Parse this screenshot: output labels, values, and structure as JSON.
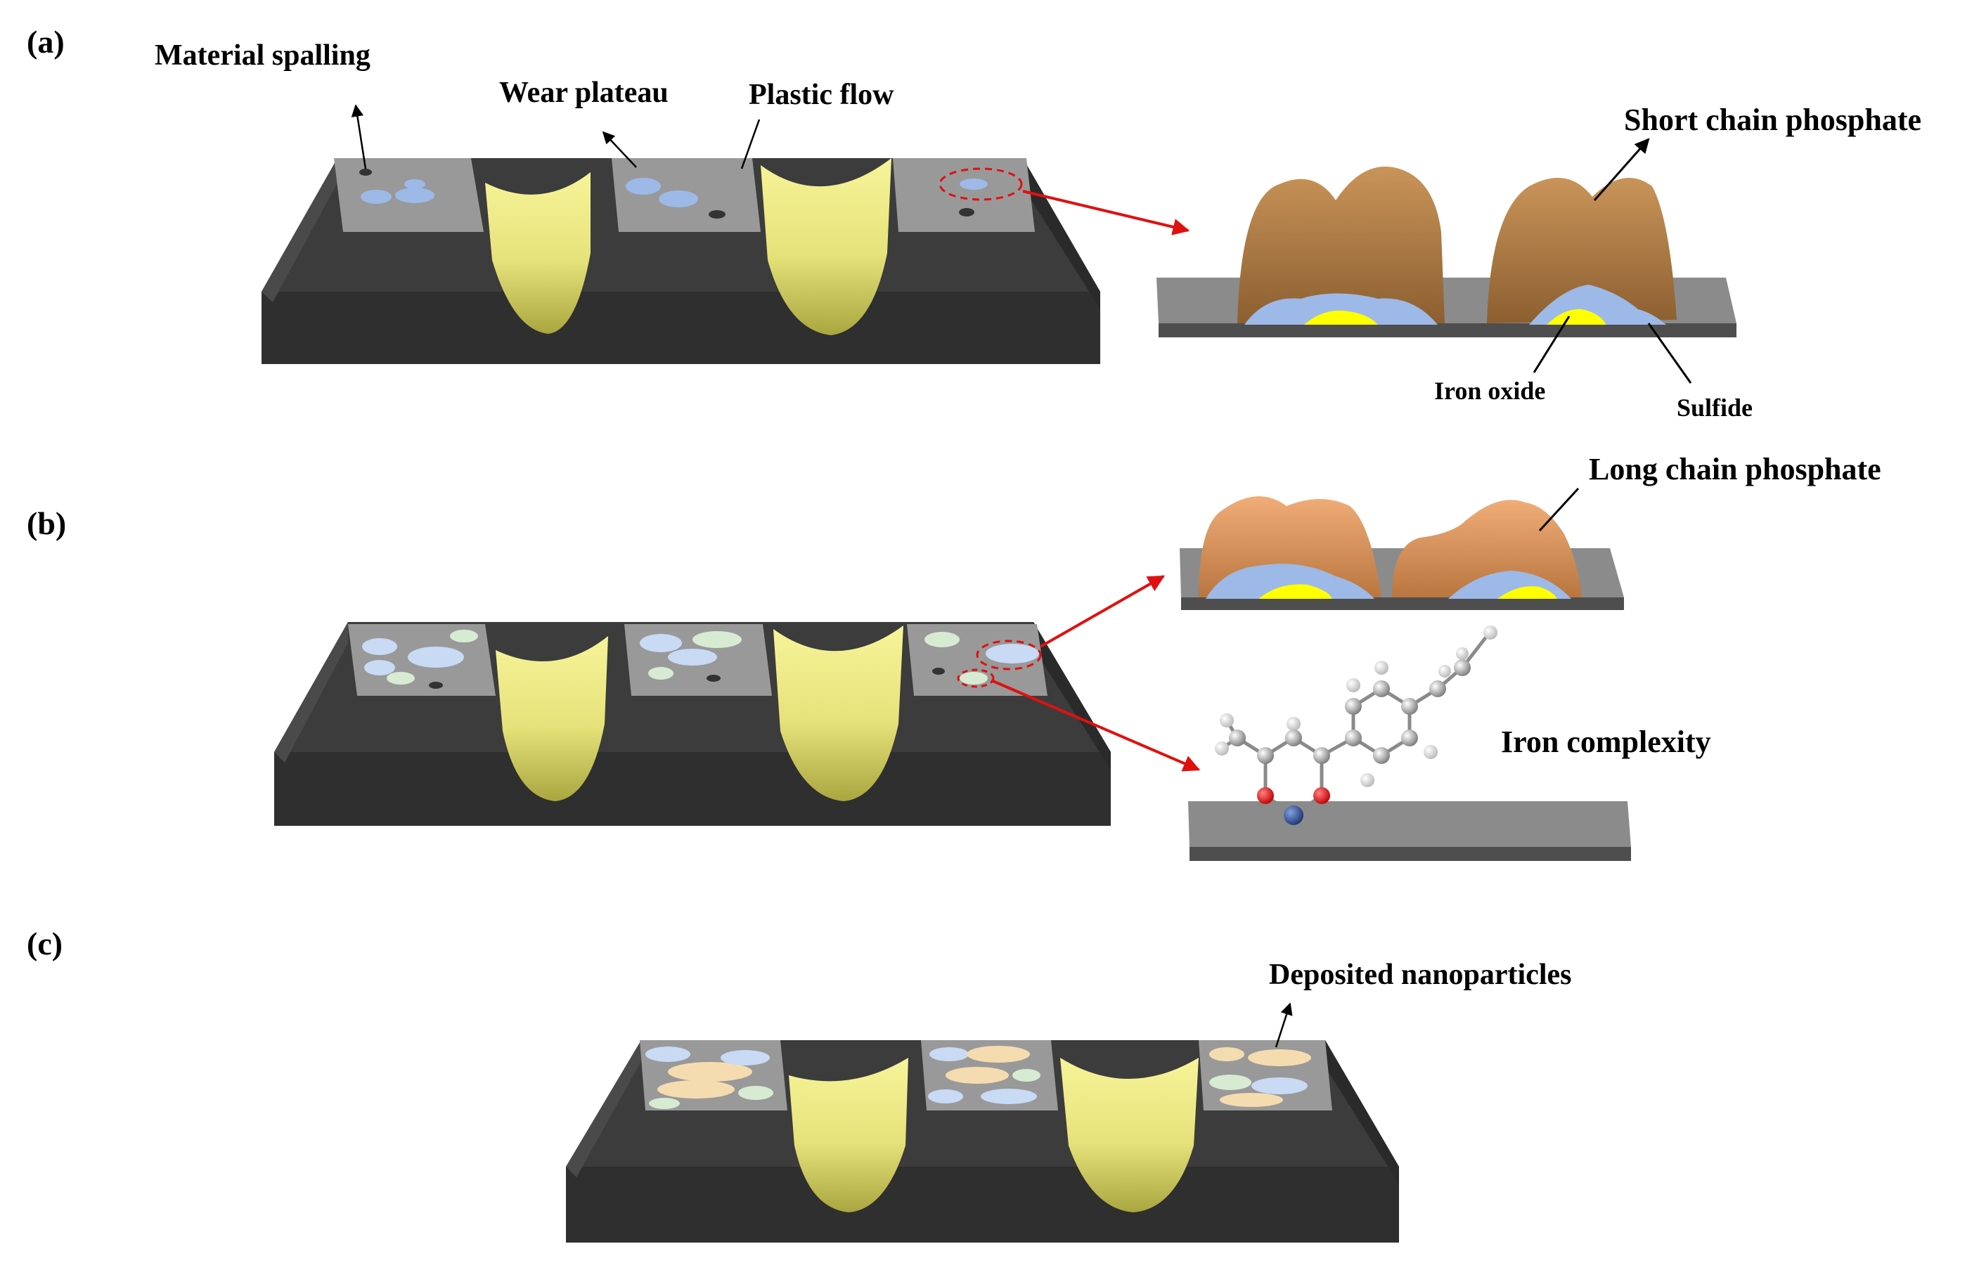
{
  "panels": [
    {
      "id": "a",
      "label": "(a)",
      "annotations": {
        "material_spalling": "Material spalling",
        "wear_plateau": "Wear plateau",
        "plastic_flow": "Plastic flow",
        "short_chain_phosphate": "Short chain phosphate",
        "iron_oxide": "Iron oxide",
        "sulfide": "Sulfide"
      }
    },
    {
      "id": "b",
      "label": "(b)",
      "annotations": {
        "long_chain_phosphate": "Long chain phosphate",
        "iron_complexity": "Iron complexity"
      }
    },
    {
      "id": "c",
      "label": "(c)",
      "annotations": {
        "deposited_nanoparticles": "Deposited nanoparticles"
      }
    }
  ],
  "colors": {
    "substrate_dark": "#3b3b3b",
    "plateau_gray": "#9a9a9a",
    "groove_yellow": "#f2ef8c",
    "oxide_yellow": "#ffff00",
    "sulfide_blue": "#9db9e8",
    "phosphate_brown": "#b07d45",
    "long_phosphate_orange": "#d99460",
    "arrow_red": "#e01010",
    "iron_atom": "#2e4a8a",
    "oxygen_atom": "#e00000",
    "carbon_atom": "#9a9a9a"
  }
}
